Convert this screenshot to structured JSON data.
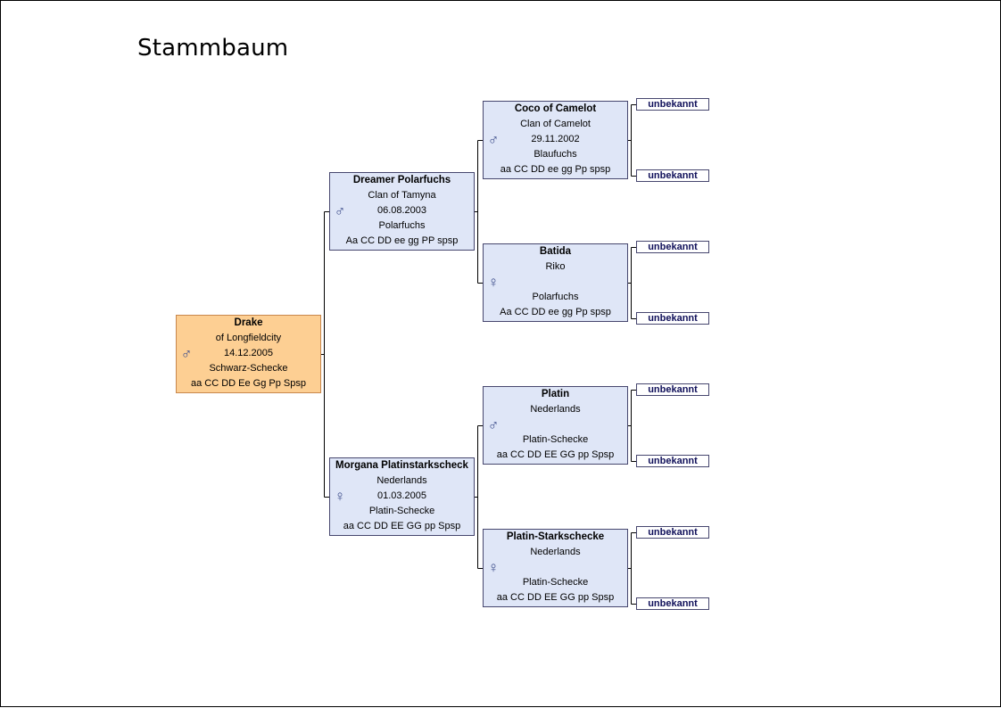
{
  "title": "Stammbaum",
  "colors": {
    "root_fill": "#fdcf93",
    "node_fill": "#dfe6f7",
    "symbol": "#3f4f8c",
    "unknown_text": "#10105a"
  },
  "unknown_label": "unbekannt",
  "root": {
    "name": "Drake",
    "line2": "of Longfieldcity",
    "line3": "14.12.2005",
    "line4": "Schwarz-Schecke",
    "line5": "aa CC DD Ee Gg Pp Spsp",
    "sex_icon": "male-icon",
    "sex_symbol": "♂"
  },
  "father": {
    "name": "Dreamer Polarfuchs",
    "line2": "Clan of Tamyna",
    "line3": "06.08.2003",
    "line4": "Polarfuchs",
    "line5": "Aa CC DD ee gg PP spsp",
    "sex_icon": "male-icon",
    "sex_symbol": "♂"
  },
  "mother": {
    "name": "Morgana Platinstarkscheck",
    "line2": "Nederlands",
    "line3": "01.03.2005",
    "line4": "Platin-Schecke",
    "line5": "aa CC DD EE GG pp Spsp",
    "sex_icon": "female-icon",
    "sex_symbol": "♀"
  },
  "paternal_grandfather": {
    "name": "Coco of Camelot",
    "line2": "Clan of Camelot",
    "line3": "29.11.2002",
    "line4": "Blaufuchs",
    "line5": "aa CC DD ee gg Pp spsp",
    "sex_icon": "male-icon",
    "sex_symbol": "♂"
  },
  "paternal_grandmother": {
    "name": "Batida",
    "line2": "Riko",
    "line3": "",
    "line4": "Polarfuchs",
    "line5": "Aa CC DD ee gg Pp spsp",
    "sex_icon": "female-icon",
    "sex_symbol": "♀"
  },
  "maternal_grandfather": {
    "name": "Platin",
    "line2": "Nederlands",
    "line3": "",
    "line4": "Platin-Schecke",
    "line5": "aa CC DD EE GG pp Spsp",
    "sex_icon": "male-icon",
    "sex_symbol": "♂"
  },
  "maternal_grandmother": {
    "name": "Platin-Starkschecke",
    "line2": "Nederlands",
    "line3": "",
    "line4": "Platin-Schecke",
    "line5": "aa CC DD EE GG pp Spsp",
    "sex_icon": "female-icon",
    "sex_symbol": "♀"
  }
}
